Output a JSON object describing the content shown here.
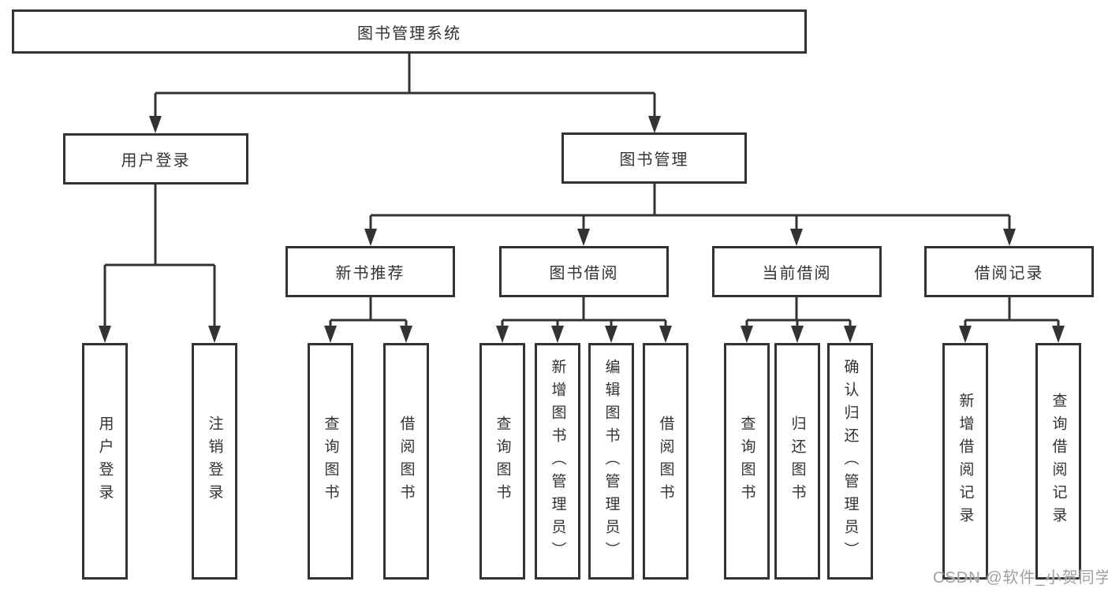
{
  "tree": {
    "root": {
      "label": "图书管理系统"
    },
    "branches": [
      {
        "label": "用户登录",
        "children": [
          {
            "label": "用户登录"
          },
          {
            "label": "注销登录"
          }
        ]
      },
      {
        "label": "图书管理",
        "children": [
          {
            "label": "新书推荐",
            "children": [
              {
                "label": "查询图书"
              },
              {
                "label": "借阅图书"
              }
            ]
          },
          {
            "label": "图书借阅",
            "children": [
              {
                "label": "查询图书"
              },
              {
                "label": "新增图书（管理员）"
              },
              {
                "label": "编辑图书（管理员）"
              },
              {
                "label": "借阅图书"
              }
            ]
          },
          {
            "label": "当前借阅",
            "children": [
              {
                "label": "查询图书"
              },
              {
                "label": "归还图书"
              },
              {
                "label": "确认归还（管理员）"
              }
            ]
          },
          {
            "label": "借阅记录",
            "children": [
              {
                "label": "新增借阅记录"
              },
              {
                "label": "查询借阅记录"
              }
            ]
          }
        ]
      }
    ]
  },
  "watermark": {
    "text": "CSDN @软件_小贺同学"
  },
  "colors": {
    "line": "#333333",
    "text": "#333333",
    "box_background": "#ffffff",
    "watermark": "#a0a0a0"
  }
}
